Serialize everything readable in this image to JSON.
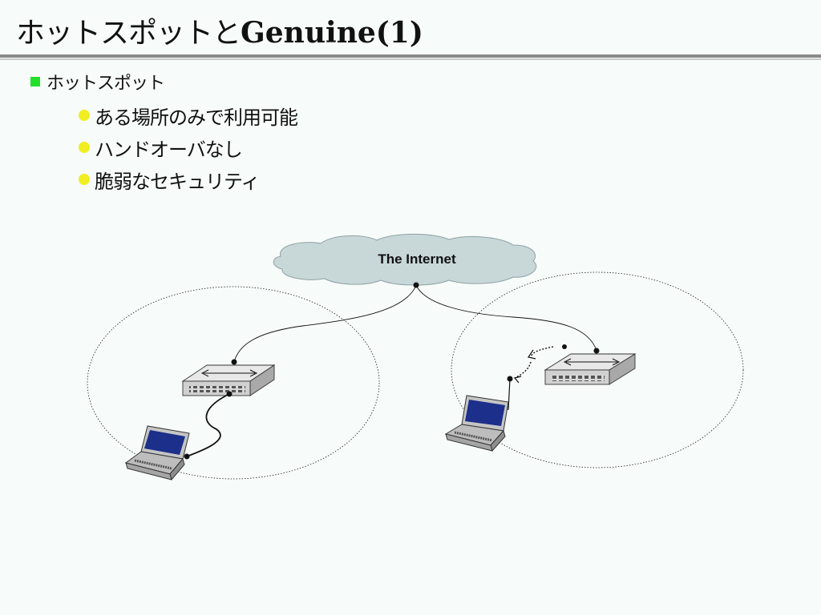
{
  "slide": {
    "title_jp": "ホットスポットと",
    "title_latin": "Genuine(1)"
  },
  "level1": {
    "label": "ホットスポット"
  },
  "bullets": [
    {
      "label": "ある場所のみで利用可能"
    },
    {
      "label": "ハンドオーバなし"
    },
    {
      "label": "脆弱なセキュリティ"
    }
  ],
  "diagram": {
    "cloud_label": "The Internet"
  },
  "colors": {
    "green_square": "#22e02a",
    "yellow_bullet": "#f0ee22",
    "cloud_fill": "#c8d7d8",
    "screen_blue": "#1c2f8a"
  }
}
